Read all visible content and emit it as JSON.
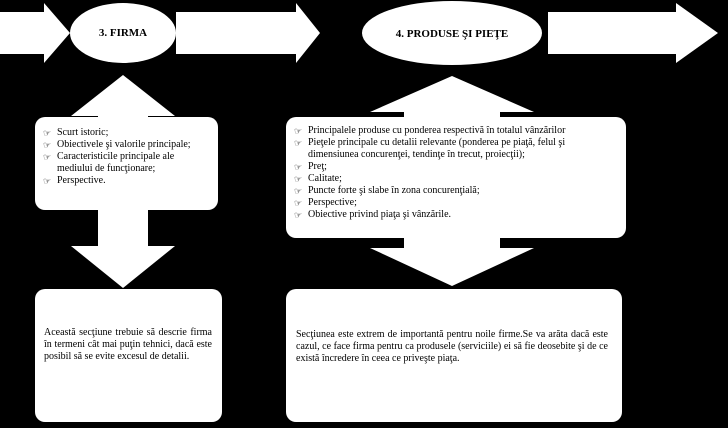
{
  "nodes": {
    "firma": {
      "title": "3. FIRMA"
    },
    "produse": {
      "title": "4. PRODUSE ŞI PIEŢE"
    }
  },
  "firma_box": {
    "items": [
      "Scurt istoric;",
      "Obiectivele şi valorile principale;",
      "Caracteristicile principale ale mediului de funcţionare;",
      "Perspective."
    ]
  },
  "produse_box": {
    "items": [
      "Principalele produse cu ponderea respectivă în totalul vânzărilor",
      "Pieţele principale cu detalii relevante (ponderea pe piaţă, felul şi dimensiunea concurenţei, tendinţe în trecut, proiecţii);",
      "Preţ;",
      "Calitate;",
      "Puncte forte şi slabe în zona concurenţială;",
      "Perspective;",
      "Obiective privind piaţa şi vânzările."
    ]
  },
  "firma_note": {
    "text": "Această secţiune trebuie să descrie firma în termeni cât mai puţin tehnici, dacă este posibil să se evite excesul de detalii."
  },
  "produse_note": {
    "text": "Secţiunea este extrem de importantă pentru noile firme.Se va arăta dacă este cazul, ce face firma pentru ca produsele (serviciile) ei să fie deosebite şi de ce există încredere în ceea ce priveşte piaţa."
  },
  "bullet_icon": "pointing-hand-icon"
}
